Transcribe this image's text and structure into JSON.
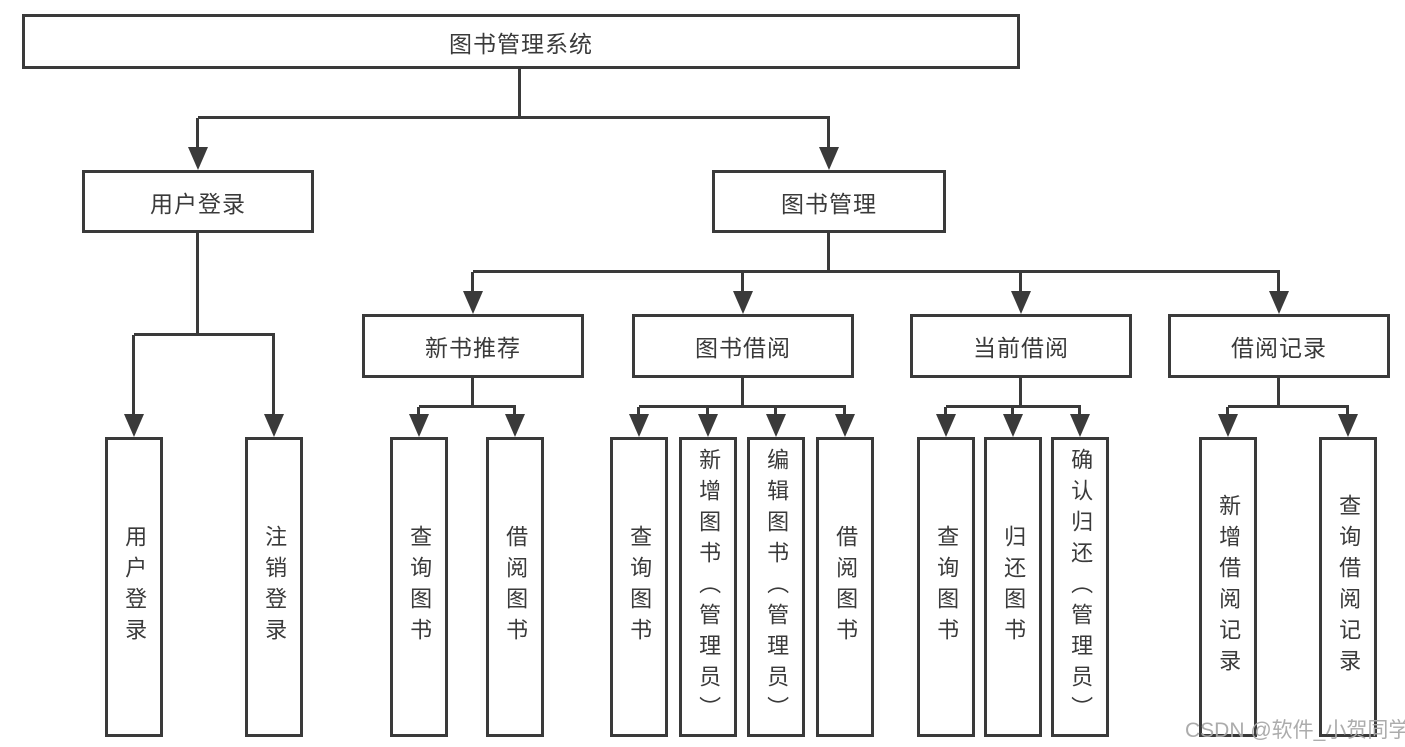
{
  "tree": {
    "label": "图书管理系统",
    "children": [
      {
        "label": "用户登录",
        "children": [
          {
            "label": "用户登录"
          },
          {
            "label": "注销登录"
          }
        ]
      },
      {
        "label": "图书管理",
        "children": [
          {
            "label": "新书推荐",
            "children": [
              {
                "label": "查询图书"
              },
              {
                "label": "借阅图书"
              }
            ]
          },
          {
            "label": "图书借阅",
            "children": [
              {
                "label": "查询图书"
              },
              {
                "label": "新增图书（管理员）"
              },
              {
                "label": "编辑图书（管理员）"
              },
              {
                "label": "借阅图书"
              }
            ]
          },
          {
            "label": "当前借阅",
            "children": [
              {
                "label": "查询图书"
              },
              {
                "label": "归还图书"
              },
              {
                "label": "确认归还（管理员）"
              }
            ]
          },
          {
            "label": "借阅记录",
            "children": [
              {
                "label": "新增借阅记录"
              },
              {
                "label": "查询借阅记录"
              }
            ]
          }
        ]
      }
    ]
  },
  "watermark": {
    "text": "CSDN @软件_小贺同学"
  },
  "colors": {
    "line": "#3a3a3a",
    "text": "#3a3a3a",
    "watermark": "#a8a8a8",
    "background": "#ffffff"
  }
}
